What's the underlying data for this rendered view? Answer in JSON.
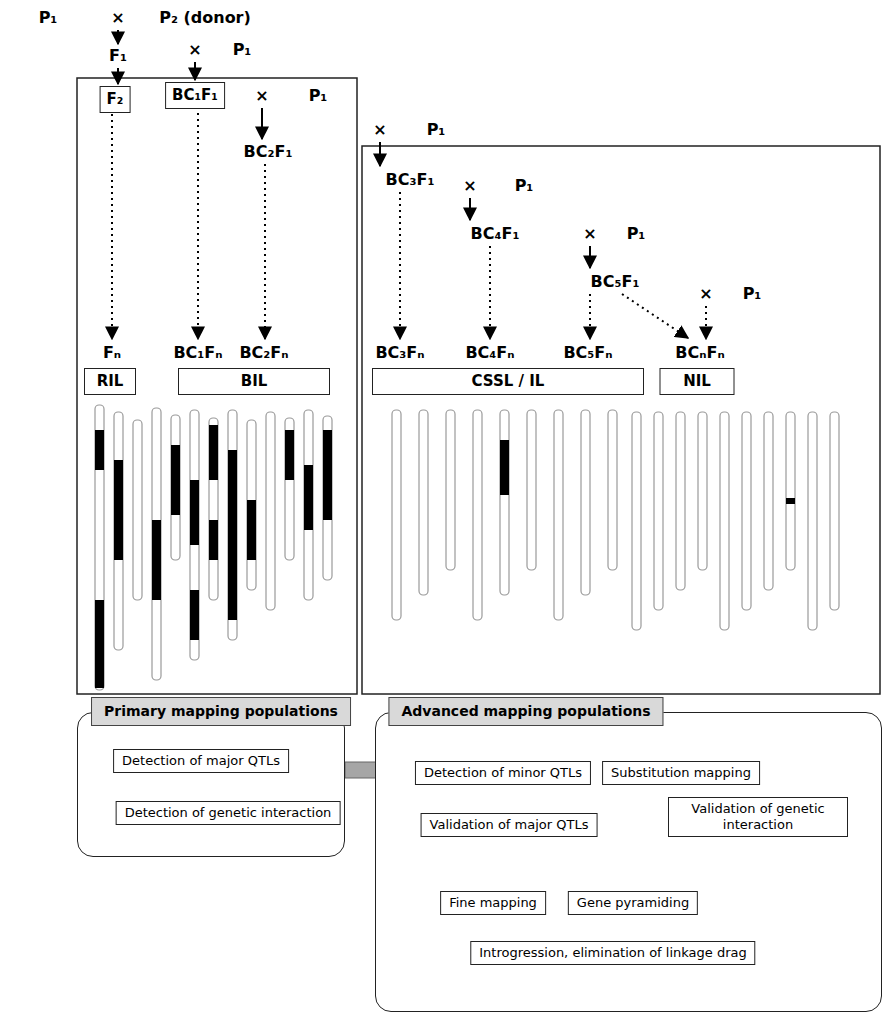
{
  "diagram": {
    "nodes": [
      {
        "text": [
          "F₂"
        ]
      },
      {
        "text": [
          "BC₁F₁"
        ]
      },
      {
        "text": [
          "RIL"
        ]
      },
      {
        "text": [
          "BIL"
        ]
      },
      {
        "text": [
          "CSSL / IL"
        ]
      },
      {
        "text": [
          "NIL"
        ]
      },
      {
        "text": [
          "Primary mapping populations"
        ]
      },
      {
        "text": [
          "Detection of major QTLs"
        ],
        "in": 6
      },
      {
        "text": [
          "Detection of genetic interaction"
        ],
        "in": 6
      },
      {
        "text": [
          "Advanced mapping populations"
        ]
      },
      {
        "text": [
          "Detection of minor QTLs"
        ],
        "in": 9
      },
      {
        "text": [
          "Substitution mapping"
        ],
        "in": 9
      },
      {
        "text": [
          "Validation of major QTLs"
        ],
        "in": 9
      },
      {
        "text": [
          "Validation of genetic interaction"
        ],
        "in": 9
      },
      {
        "text": [
          "Fine mapping"
        ],
        "in": 9
      },
      {
        "text": [
          "Gene pyramiding"
        ],
        "in": 9
      },
      {
        "text": [
          "Introgression, elimination of linkage drag"
        ],
        "in": 9
      }
    ],
    "edges": [
      {
        "from": 6,
        "to": 9,
        "arrow": "to"
      }
    ],
    "labels": [
      "P₁",
      "×",
      "P₂ (donor)",
      "F₁",
      "×",
      "P₁",
      "×",
      "P₁",
      "BC₂F₁",
      "×",
      "P₁",
      "BC₃F₁",
      "×",
      "P₁",
      "BC₄F₁",
      "×",
      "P₁",
      "BC₅F₁",
      "×",
      "P₁",
      "Fₙ",
      "BC₁Fₙ",
      "BC₂Fₙ",
      "BC₃Fₙ",
      "BC₄Fₙ",
      "BC₅Fₙ",
      "BCₙFₙ"
    ]
  }
}
